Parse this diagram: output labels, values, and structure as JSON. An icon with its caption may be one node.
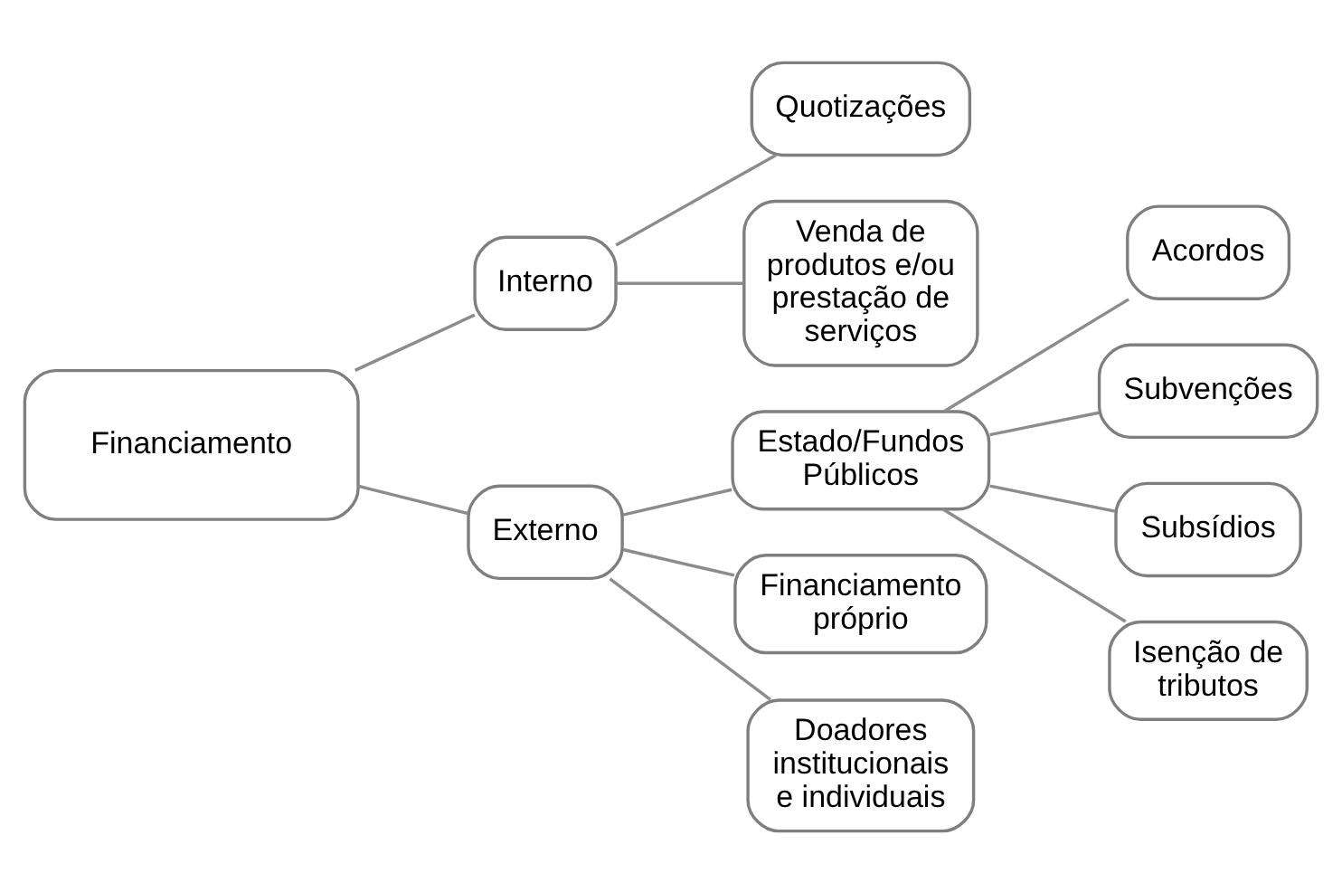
{
  "diagram": {
    "nodes": [
      {
        "text": [
          "Financiamento"
        ]
      },
      {
        "text": [
          "Interno"
        ]
      },
      {
        "text": [
          "Quotizações"
        ]
      },
      {
        "text": [
          "Venda de produtos e/ou prestação de serviços"
        ]
      },
      {
        "text": [
          "Externo"
        ]
      },
      {
        "text": [
          "Estado/Fundos Públicos"
        ]
      },
      {
        "text": [
          "Acordos"
        ]
      },
      {
        "text": [
          "Subvenções"
        ]
      },
      {
        "text": [
          "Subsídios"
        ]
      },
      {
        "text": [
          "Isenção de tributos"
        ]
      },
      {
        "text": [
          "Financiamento próprio"
        ]
      },
      {
        "text": [
          "Doadores institucionais e individuais"
        ]
      }
    ],
    "edges": [
      {
        "from": 0,
        "to": 1,
        "arrow": "none"
      },
      {
        "from": 0,
        "to": 4,
        "arrow": "none"
      },
      {
        "from": 1,
        "to": 2,
        "arrow": "none"
      },
      {
        "from": 1,
        "to": 3,
        "arrow": "none"
      },
      {
        "from": 4,
        "to": 5,
        "arrow": "none"
      },
      {
        "from": 4,
        "to": 10,
        "arrow": "none"
      },
      {
        "from": 4,
        "to": 11,
        "arrow": "none"
      },
      {
        "from": 5,
        "to": 6,
        "arrow": "none"
      },
      {
        "from": 5,
        "to": 7,
        "arrow": "none"
      },
      {
        "from": 5,
        "to": 8,
        "arrow": "none"
      },
      {
        "from": 5,
        "to": 9,
        "arrow": "none"
      }
    ]
  }
}
